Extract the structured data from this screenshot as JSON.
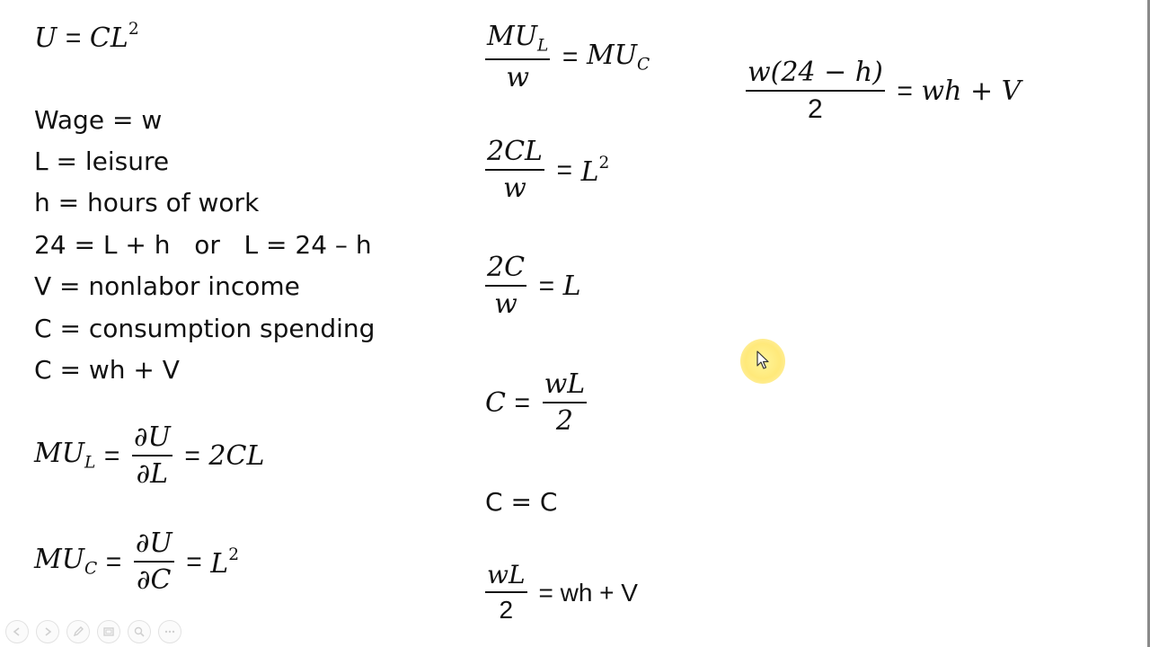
{
  "left": {
    "utility": {
      "lhs": "U",
      "eq": "=",
      "rhs": "CL",
      "exp": "2"
    },
    "definitions": [
      "Wage = w",
      "L = leisure",
      "h = hours of work",
      "24 = L + h   or   L = 24 – h",
      "V = nonlabor income",
      "C = consumption spending",
      "C = wh + V"
    ],
    "mul": {
      "lhs": "MU",
      "lhs_sub": "L",
      "eq1": "=",
      "num": "∂U",
      "den": "∂L",
      "eq2": "=",
      "rhs": "2CL"
    },
    "muc": {
      "lhs": "MU",
      "lhs_sub": "C",
      "eq1": "=",
      "num": "∂U",
      "den": "∂C",
      "eq2": "=",
      "rhs": "L",
      "rhs_exp": "2"
    }
  },
  "middle": {
    "eq1": {
      "num": "MU",
      "num_sub": "L",
      "den": "w",
      "eq": "=",
      "rhs": "MU",
      "rhs_sub": "C"
    },
    "eq2": {
      "num": "2CL",
      "den": "w",
      "eq": "=",
      "rhs": "L",
      "rhs_exp": "2"
    },
    "eq3": {
      "num": "2C",
      "den": "w",
      "eq": "=",
      "rhs": "L"
    },
    "eq4": {
      "lhs": "C",
      "eq": "=",
      "num": "wL",
      "den": "2"
    },
    "eq5": {
      "text": "C = C"
    },
    "eq6": {
      "num": "wL",
      "den": "2",
      "rhs": "= wh + V"
    }
  },
  "right": {
    "eq1": {
      "num": "w(24 − h)",
      "den": "2",
      "eq": "=",
      "rhs": "wh + V"
    }
  },
  "toolbar": {
    "icons": [
      "previous-icon",
      "next-icon",
      "pen-icon",
      "slides-icon",
      "zoom-icon",
      "more-icon"
    ]
  },
  "colors": {
    "cursor_highlight": "#ffe97a",
    "text": "#111111",
    "background": "#ffffff"
  }
}
